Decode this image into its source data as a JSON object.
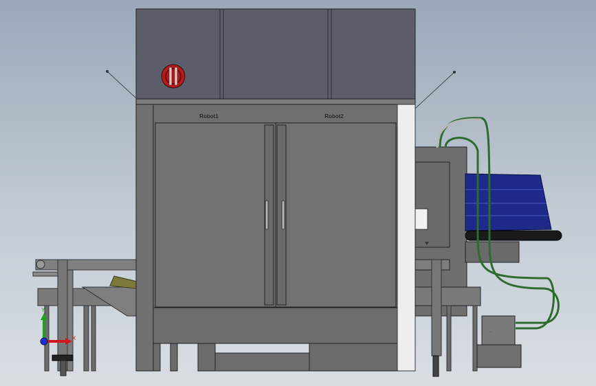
{
  "cabinet": {
    "left_door_label": "Robot1",
    "right_door_label": "Robot2"
  },
  "triad": {
    "x_label": "X",
    "y_label": "Y"
  },
  "colors": {
    "background_top": "#9aa8b8",
    "background_bottom": "#d9dee3",
    "upper_housing": "#5b5e6a",
    "cabinet_body": "#6f6f6f",
    "frame_steel": "#7a7a7a",
    "conveyor_blue": "#1e2a8a",
    "hose_green": "#2e6b2e",
    "emergency_red": "#b31b1b"
  }
}
